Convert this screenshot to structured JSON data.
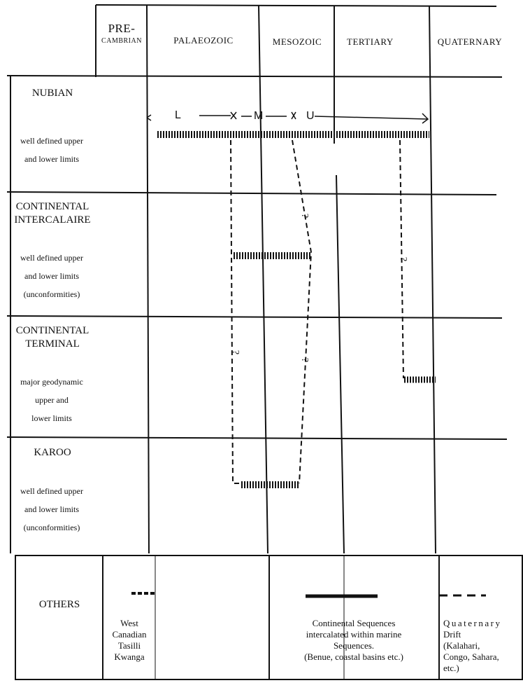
{
  "header": {
    "pre_line1": "PRE-",
    "pre_line2": "CAMBRIAN",
    "palaeozoic": "PALAEOZOIC",
    "mesozoic": "MESOZOIC",
    "tertiary": "TERTIARY",
    "quaternary": "QUATERNARY"
  },
  "rows": [
    {
      "name": "NUBIAN",
      "desc": [
        "well defined upper",
        "and lower limits"
      ]
    },
    {
      "name": "CONTINENTAL INTERCALAIRE",
      "desc": [
        "well defined upper",
        "and lower limits",
        "(unconformities)"
      ]
    },
    {
      "name": "CONTINENTAL TERMINAL",
      "desc": [
        "major geodynamic",
        "upper and",
        "lower limits"
      ]
    },
    {
      "name": "KAROO",
      "desc": [
        "well defined upper",
        "and lower limits",
        "(unconformities)"
      ]
    }
  ],
  "nubian_arrow": {
    "l": "L",
    "m": "M",
    "u": "U"
  },
  "uncertain_mark": "?",
  "others": {
    "label": "OTHERS",
    "precambrian_note": [
      "West",
      "Canadian",
      "Tasilli",
      "Kwanga"
    ],
    "mesozoic_note": [
      "Continental Sequences",
      "intercalated within marine",
      "Sequences.",
      "(Benue, coastal basins etc.)"
    ],
    "quaternary_note": [
      "Quaternary",
      "Drift",
      "(Kalahari,",
      "Congo, Sahara,",
      "etc.)"
    ]
  }
}
